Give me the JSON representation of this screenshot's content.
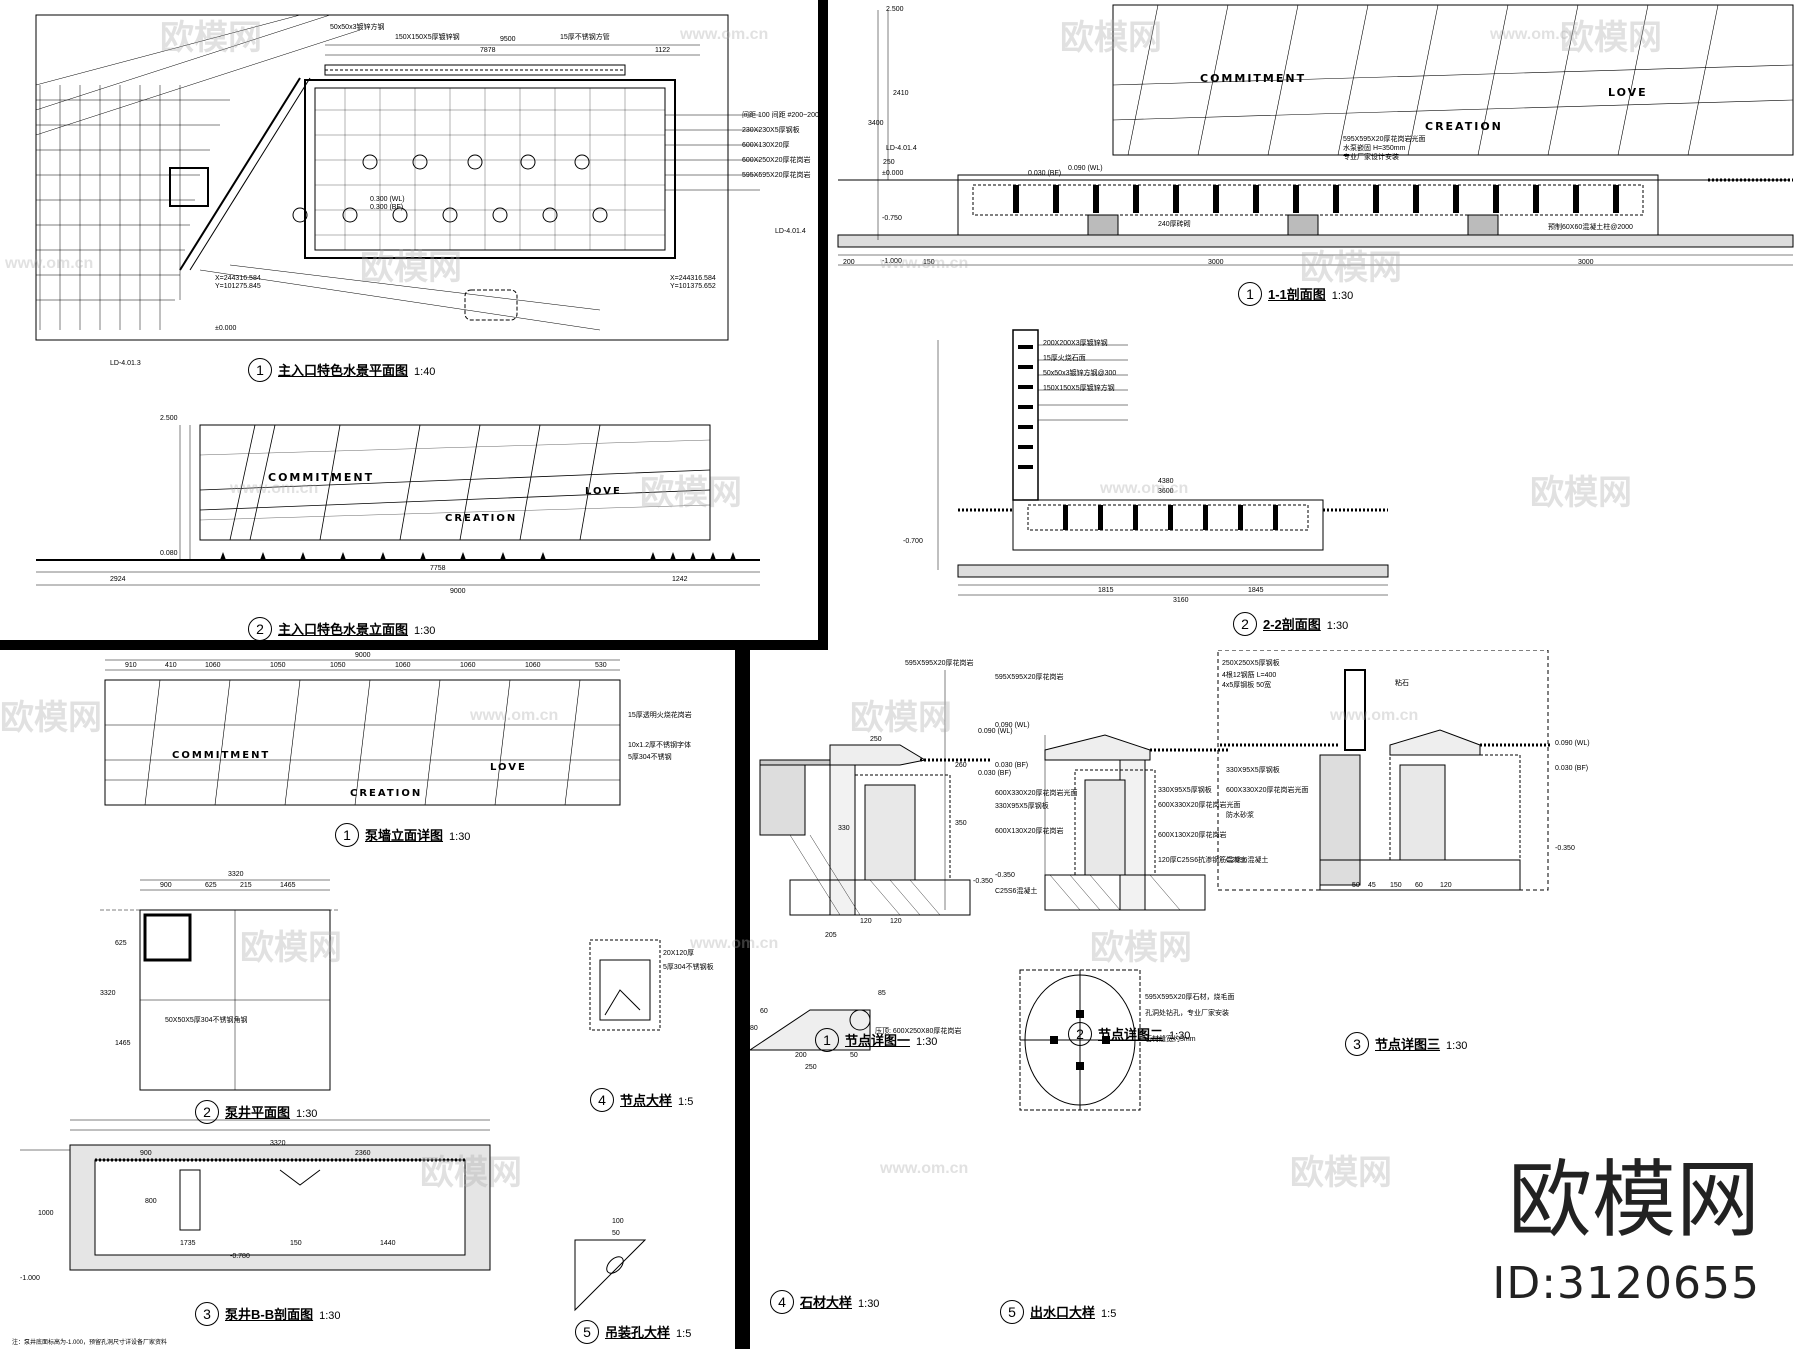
{
  "sheets": {
    "tl": {
      "title1": "主入口特色水景平面图",
      "scale1": "1:40",
      "num1": "1",
      "title2": "主入口特色水景立面图",
      "scale2": "1:30",
      "num2": "2",
      "dims_top": [
        "9500",
        "7878",
        "1122"
      ],
      "notes": [
        "50x50x3镀锌方钢",
        "150X150X5厚镀锌钢",
        "15厚不锈钢方管",
        "间距 100 间距 #200~200",
        "230X230X5厚钢板",
        "600X130X20厚",
        "600X250X20厚花岗岩",
        "595X595X20厚花岗岩"
      ],
      "levels": [
        "0.300 (WL)",
        "0.300 (BF)",
        "±0.000",
        "2.500",
        "0.080"
      ],
      "coords": [
        "X=244316.584",
        "Y=101275.845",
        "X=244316.584",
        "Y=101375.652"
      ],
      "elev_dims": [
        "2924",
        "7758",
        "9000",
        "1242"
      ],
      "detail_ref": "LD-4.01.3",
      "detail_ref2": "LD-4.01.4"
    },
    "tr": {
      "title1": "1-1剖面图",
      "scale1": "1:30",
      "num1": "1",
      "title2": "2-2剖面图",
      "scale2": "1:30",
      "num2": "2",
      "levels": [
        "2.500",
        "±0.000",
        "-0.750",
        "0.090 (WL)",
        "0.030 (BF)",
        "-0.700",
        "-1.000"
      ],
      "dims": [
        "3400",
        "2410",
        "3000",
        "3000",
        "150",
        "200",
        "250"
      ],
      "notes": [
        "595X595X20厚花岗岩光面",
        "水泵嵌固 H=350mm",
        "专业厂家设计安装",
        "240厚砖砌",
        "预制60X60混凝土柱@2000",
        "200X200X3厚镀锌钢",
        "15厚火烧石面",
        "50x50x3镀锌方钢@300",
        "150X150X5厚镀锌方钢"
      ],
      "dims2": [
        "4380",
        "3600",
        "1815",
        "1845",
        "3160"
      ],
      "detail_ref": "LD-4.01.4"
    },
    "bl": {
      "title1": "泵墙立面详图",
      "scale1": "1:30",
      "num1": "1",
      "title2": "泵井平面图",
      "scale2": "1:30",
      "num2": "2",
      "title3": "泵井B-B剖面图",
      "scale3": "1:30",
      "num3": "3",
      "title4": "节点大样",
      "scale4": "1:5",
      "num4": "4",
      "title5": "吊装孔大样",
      "scale5": "1:5",
      "num5": "5",
      "dims_top": [
        "9000",
        "910",
        "410",
        "1060",
        "1050",
        "1050",
        "1060",
        "1060",
        "1060",
        "530"
      ],
      "pump_dims": [
        "3320",
        "900",
        "625",
        "215",
        "1465",
        "3320",
        "625",
        "1465"
      ],
      "section_dims": [
        "3320",
        "900",
        "2360",
        "1735",
        "150",
        "1440",
        "-0.780",
        "-1.000",
        "1000",
        "800"
      ],
      "notes": [
        "15厚透明火烧花岗岩",
        "10x1.2厚不锈钢字体",
        "5厚304不锈钢",
        "20X120厚",
        "50X50X5厚304不锈钢角钢",
        "5厚304不锈钢板"
      ],
      "hole_dims": [
        "100",
        "50"
      ],
      "footnote": "注：泵井底面标高为-1.000，预留孔洞尺寸详设备厂家资料"
    },
    "br": {
      "title1": "节点详图一",
      "scale1": "1:30",
      "num1": "1",
      "title2": "节点详图二",
      "scale2": "1:30",
      "num2": "2",
      "title3": "节点详图三",
      "scale3": "1:30",
      "num3": "3",
      "title4": "石材大样",
      "scale4": "1:30",
      "num4": "4",
      "title5": "出水口大样",
      "scale5": "1:5",
      "num5": "5",
      "levels": [
        "0.090 (WL)",
        "0.030 (BF)",
        "-0.350"
      ],
      "notes": [
        "595X595X20厚花岗岩",
        "600X330X20厚花岗岩光面",
        "330X95X5厚钢板",
        "600X130X20厚花岗岩",
        "C25S6混凝土",
        "120厚C25S6抗渗钢筋混凝土",
        "防水砂浆",
        "250X250X5厚钢板",
        "4根12钢筋 L=400",
        "4x5厚钢板 50宽",
        "粘石"
      ],
      "dims": [
        "250",
        "120",
        "205",
        "120",
        "260",
        "330",
        "350",
        "50",
        "45",
        "150",
        "60",
        "120",
        "80"
      ],
      "stone_note": "压顶: 600X250X80厚花岗岩",
      "stone_dims": [
        "200",
        "50",
        "250",
        "80",
        "60",
        "85"
      ],
      "outlet_notes": [
        "595X595X20厚石材，烧毛面",
        "孔洞处钻孔，专业厂家安装",
        "石材缝宽约5mm"
      ]
    }
  },
  "sign_words": [
    "COMMITMENT",
    "LOVE",
    "CREATION"
  ],
  "watermark": [
    "欧模网",
    "www.om.cn"
  ],
  "brand": {
    "name": "欧模网",
    "id": "ID:3120655"
  }
}
